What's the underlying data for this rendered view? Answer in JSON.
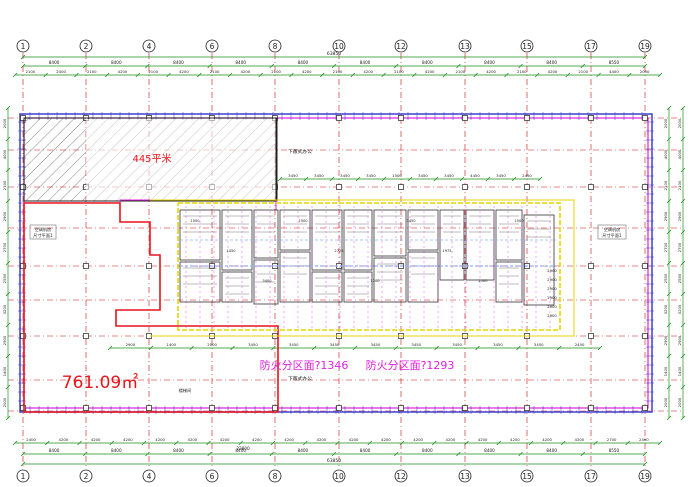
{
  "grid": {
    "axis_labels": [
      "1",
      "2",
      "4",
      "6",
      "8",
      "10",
      "12",
      "13",
      "15",
      "17",
      "19"
    ]
  },
  "dimensions": {
    "overall": "63850",
    "top_row": [
      "8400",
      "8400",
      "8400",
      "8400",
      "8400",
      "8400",
      "8400",
      "8400",
      "8400",
      "8550"
    ],
    "top_sub": [
      "2100",
      "2400",
      "2100",
      "4200",
      "2100",
      "4200",
      "2100",
      "4200",
      "2100",
      "4200",
      "2100",
      "4200",
      "2100",
      "4200",
      "2100",
      "4200",
      "2100",
      "4200",
      "2100",
      "4400",
      "2050"
    ],
    "bottom_row": [
      "8400",
      "8400",
      "8400",
      "8400",
      "8400",
      "8400",
      "8400",
      "8400",
      "8400",
      "8550"
    ],
    "bottom_sub": [
      "2400",
      "4200",
      "4200",
      "4200",
      "4200",
      "4200",
      "4200",
      "4200",
      "4200",
      "4200",
      "4200",
      "4200",
      "4200",
      "4200",
      "4200",
      "4200",
      "4200",
      "4200",
      "2700",
      "2400"
    ],
    "bottom_mid": "23800",
    "left_side": [
      "2000",
      "4000",
      "2100",
      "2900",
      "2700",
      "2550",
      "3200",
      "2900",
      "1400",
      "2000"
    ],
    "right_side": [
      "2000",
      "4000",
      "2100",
      "2900",
      "2700",
      "2550",
      "3200",
      "2900",
      "1400",
      "2000"
    ],
    "inner_top": [
      "3450",
      "3450",
      "3450",
      "3450",
      "1500",
      "3450",
      "3450",
      "4450",
      "3450",
      "2450"
    ],
    "inner_bottom": [
      "2900",
      "1400",
      "2500",
      "3450",
      "3450",
      "3450",
      "3450",
      "3450",
      "3450",
      "3450",
      "3450",
      "2400"
    ]
  },
  "labels": {
    "hatched_area": "445平米",
    "area_total": "761.09㎡",
    "fire_zone_1": "防火分区面?1346",
    "fire_zone_2": "防火分区面?1293",
    "office_top": "下敞式办公",
    "office_bottom": "下敞式办公",
    "left_room": "空调机房",
    "left_room2": "尺寸平面1",
    "right_room": "空调机房",
    "right_room2": "尺寸平面1",
    "stair": "楼梯间"
  },
  "colors": {
    "red": "#e8151b",
    "magenta": "#e020e0",
    "green": "#1a8f1a",
    "yellow": "#e6d500",
    "blue": "#3333cc",
    "grid": "#d01010",
    "dark": "#202020"
  }
}
